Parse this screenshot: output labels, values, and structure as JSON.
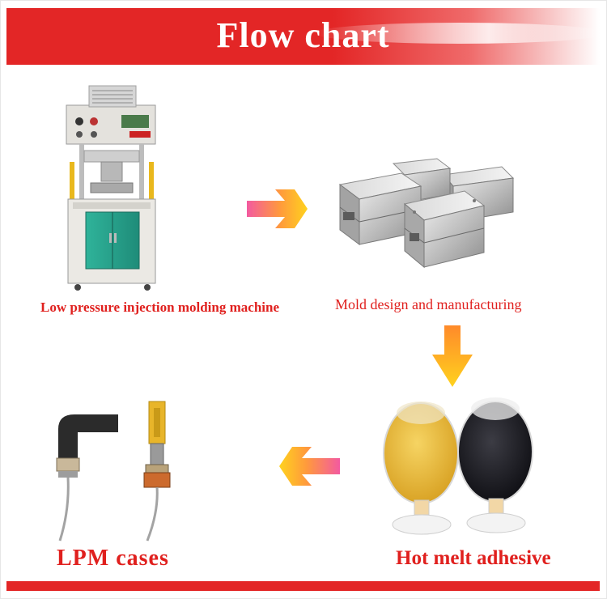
{
  "header": {
    "title": "Flow chart"
  },
  "steps": [
    {
      "label": "Low pressure injection molding machine"
    },
    {
      "label": "Mold design and manufacturing"
    },
    {
      "label": "Hot melt adhesive"
    },
    {
      "label": "LPM  cases"
    }
  ],
  "colors": {
    "accent": "#e32626",
    "caption": "#e0201e",
    "arrow_start": "#f35aa0",
    "arrow_end": "#ffd21e"
  }
}
